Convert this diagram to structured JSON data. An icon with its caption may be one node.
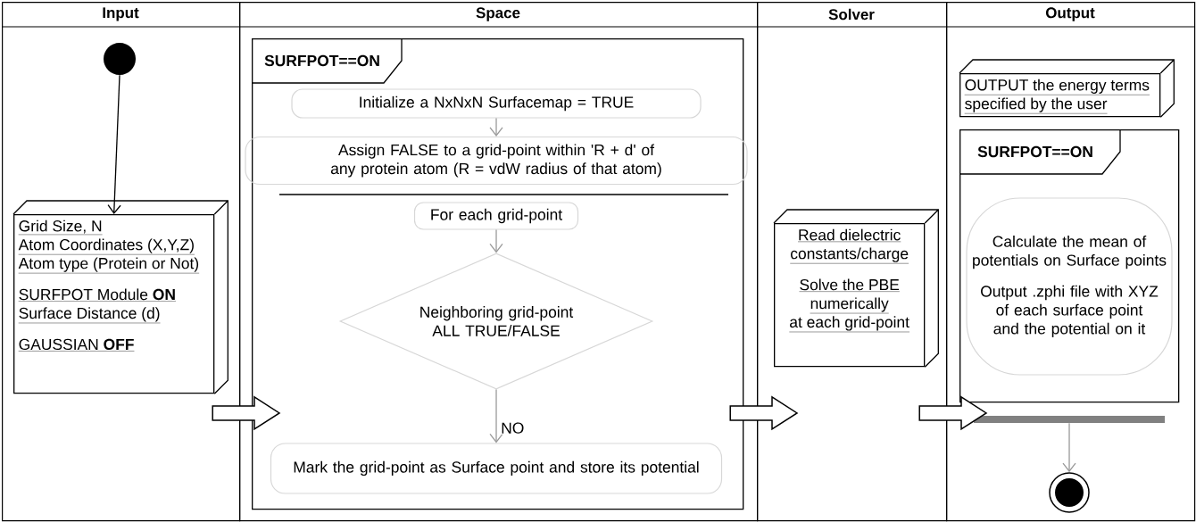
{
  "diagram": {
    "nodes": [
      {
        "text": [
          "Input"
        ]
      },
      {
        "text": [
          "Space"
        ]
      },
      {
        "text": [
          "Solver"
        ]
      },
      {
        "text": [
          "Output"
        ]
      },
      {
        "text": [],
        "shape": "circle",
        "in": 0
      },
      {
        "text": [
          "Grid Size, N",
          "Atom Coordinates (X,Y,Z)",
          "Atom type (Protein or Not)",
          "SURFPOT Module **ON**",
          "Surface Distance (d)",
          "GAUSSIAN **OFF**"
        ],
        "in": 0
      },
      {
        "text": [
          "SURFPOT==ON"
        ],
        "in": 1
      },
      {
        "text": [
          "Initialize a NxNxN Surfacemap =  TRUE"
        ],
        "in": 6
      },
      {
        "text": [
          "Assign FALSE to a grid-point within 'R + d' of any protein atom (R = vdW radius of that atom)"
        ],
        "in": 6
      },
      {
        "text": [
          "For each grid-point"
        ],
        "in": 6
      },
      {
        "text": [
          "Neighboring grid-point ALL TRUE/FALSE"
        ],
        "in": 6
      },
      {
        "text": [
          "Mark the grid-point as Surface point and store its potential"
        ],
        "in": 6
      },
      {
        "text": [
          "Read dielectric",
          "constants/charge",
          "Solve the PBE",
          "numerically",
          "at each grid-point"
        ],
        "in": 2
      },
      {
        "text": [
          "OUTPUT the energy terms",
          "specified by the user"
        ],
        "in": 3
      },
      {
        "text": [
          "SURFPOT==ON"
        ],
        "in": 3
      },
      {
        "text": [
          "Calculate the mean of potentials on Surface points",
          "Output .zphi file with XYZ of each surface point and the potential on it"
        ],
        "in": 14
      },
      {
        "text": [],
        "shape": "bar",
        "in": 3
      },
      {
        "text": [],
        "shape": "circle",
        "in": 3
      }
    ],
    "edges": [
      {
        "from": 4,
        "to": 5,
        "arrow": "to",
        "color": "#000000"
      },
      {
        "from": 7,
        "to": 8,
        "arrow": "to",
        "color": "#999999"
      },
      {
        "from": 9,
        "to": 10,
        "arrow": "to",
        "color": "#999999"
      },
      {
        "from": 10,
        "to": 11,
        "arrow": "to",
        "label": "NO",
        "color": "#999999"
      },
      {
        "from": 0,
        "to": 1,
        "arrow": "to",
        "style": "thick"
      },
      {
        "from": 1,
        "to": 2,
        "arrow": "to",
        "style": "thick"
      },
      {
        "from": 2,
        "to": 3,
        "arrow": "to",
        "style": "thick"
      },
      {
        "from": 16,
        "to": 17,
        "arrow": "to",
        "color": "#999999"
      }
    ]
  }
}
